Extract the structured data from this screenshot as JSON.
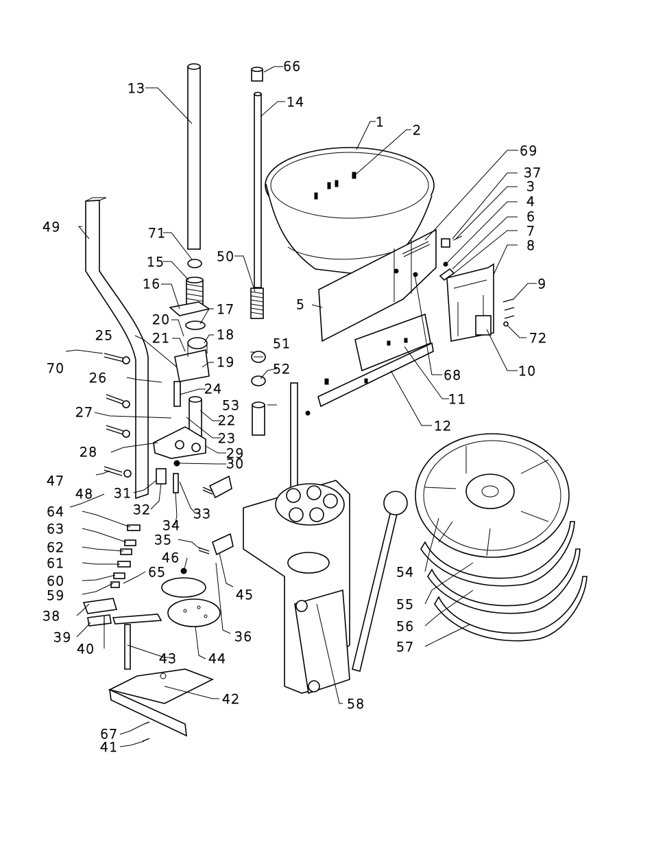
{
  "diagram": {
    "callouts": [
      "1",
      "2",
      "3",
      "4",
      "5",
      "6",
      "7",
      "8",
      "9",
      "10",
      "11",
      "12",
      "13",
      "14",
      "15",
      "16",
      "17",
      "18",
      "19",
      "20",
      "21",
      "22",
      "23",
      "24",
      "25",
      "26",
      "27",
      "28",
      "29",
      "30",
      "31",
      "32",
      "33",
      "34",
      "35",
      "36",
      "37",
      "38",
      "39",
      "40",
      "41",
      "42",
      "43",
      "44",
      "45",
      "46",
      "47",
      "48",
      "49",
      "50",
      "51",
      "52",
      "53",
      "54",
      "55",
      "56",
      "57",
      "58",
      "59",
      "60",
      "61",
      "62",
      "63",
      "64",
      "65",
      "66",
      "67",
      "68",
      "69",
      "70",
      "71",
      "72"
    ]
  }
}
